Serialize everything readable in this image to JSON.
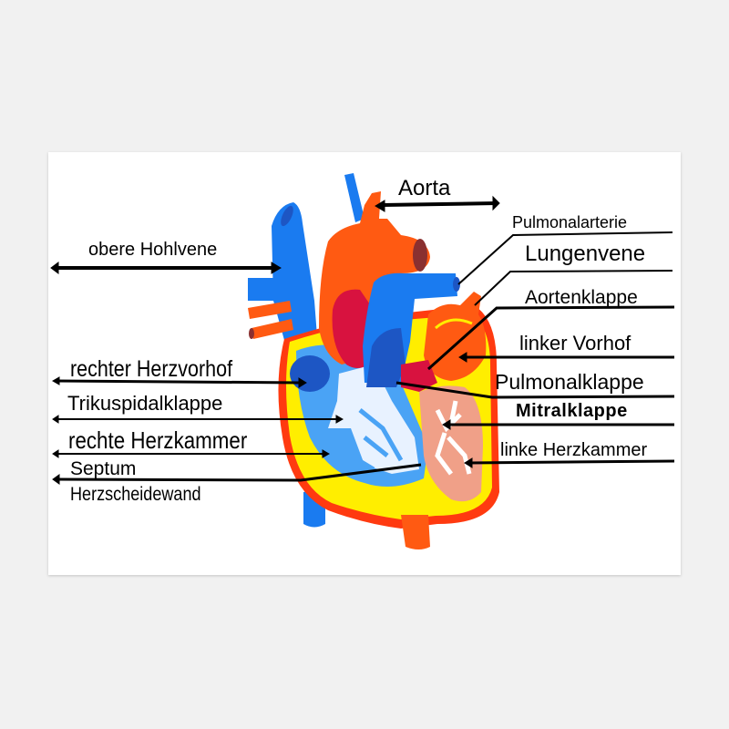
{
  "poster": {
    "title": "Heart anatomy diagram (German labels)",
    "background": "#ffffff",
    "page_background": "#f1f1f1"
  },
  "colors": {
    "vein_blue": "#1a7bf0",
    "dark_blue": "#1d56c4",
    "light_blue": "#4aa3f5",
    "artery_orange": "#ff5a12",
    "red_outer": "#ff3a10",
    "crimson": "#d8123f",
    "wall_yellow": "#ffee00",
    "left_ventricle_pink": "#f0a088",
    "valve_white": "#e8f2ff",
    "vessel_lumen": "#8a3030",
    "label_black": "#000000"
  },
  "labels": {
    "left": {
      "superior_vena_cava": "obere Hohlvene",
      "right_atrium": "rechter Herzvorhof",
      "tricuspid_valve": "Trikuspidalklappe",
      "right_ventricle": "rechte Herzkammer",
      "septum": "Septum",
      "septum_sub": "Herzscheidewand"
    },
    "top": {
      "aorta": "Aorta"
    },
    "right": {
      "pulmonary_artery": "Pulmonalarterie",
      "pulmonary_vein": "Lungenvene",
      "aortic_valve": "Aortenklappe",
      "left_atrium": "linker Vorhof",
      "pulmonary_valve": "Pulmonalklappe",
      "mitral_valve": "Mitralklappe",
      "left_ventricle": "linke Herzkammer"
    }
  }
}
